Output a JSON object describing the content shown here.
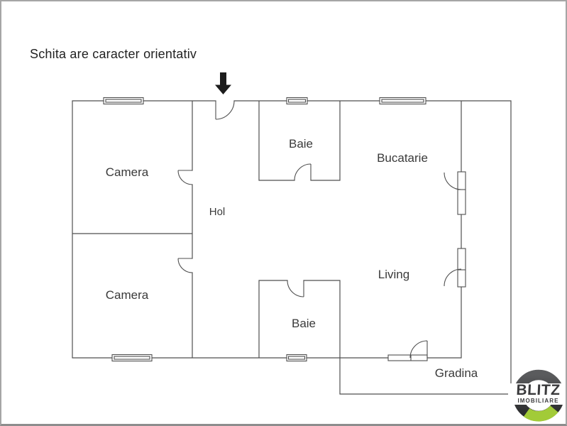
{
  "note": {
    "text": "Schita are caracter orientativ"
  },
  "floor_plan": {
    "rooms": [
      {
        "id": "camera-1",
        "label": "Camera"
      },
      {
        "id": "camera-2",
        "label": "Camera"
      },
      {
        "id": "hol",
        "label": "Hol"
      },
      {
        "id": "baie-1",
        "label": "Baie"
      },
      {
        "id": "baie-2",
        "label": "Baie"
      },
      {
        "id": "bucatarie",
        "label": "Bucatarie"
      },
      {
        "id": "living",
        "label": "Living"
      },
      {
        "id": "gradina",
        "label": "Gradina"
      }
    ],
    "features": {
      "entrance_marker": "black arrow pointing down at main entrance door"
    }
  },
  "logo": {
    "brand": "BLITZ",
    "tagline": "IMOBILIARE",
    "ring_color": "#3e3f41",
    "accent_color": "#a2cb38"
  },
  "colors": {
    "wall": "#4f4f4f",
    "frame": "#a6a6a6",
    "label_text": "#3a3a3a",
    "background": "#ffffff"
  }
}
